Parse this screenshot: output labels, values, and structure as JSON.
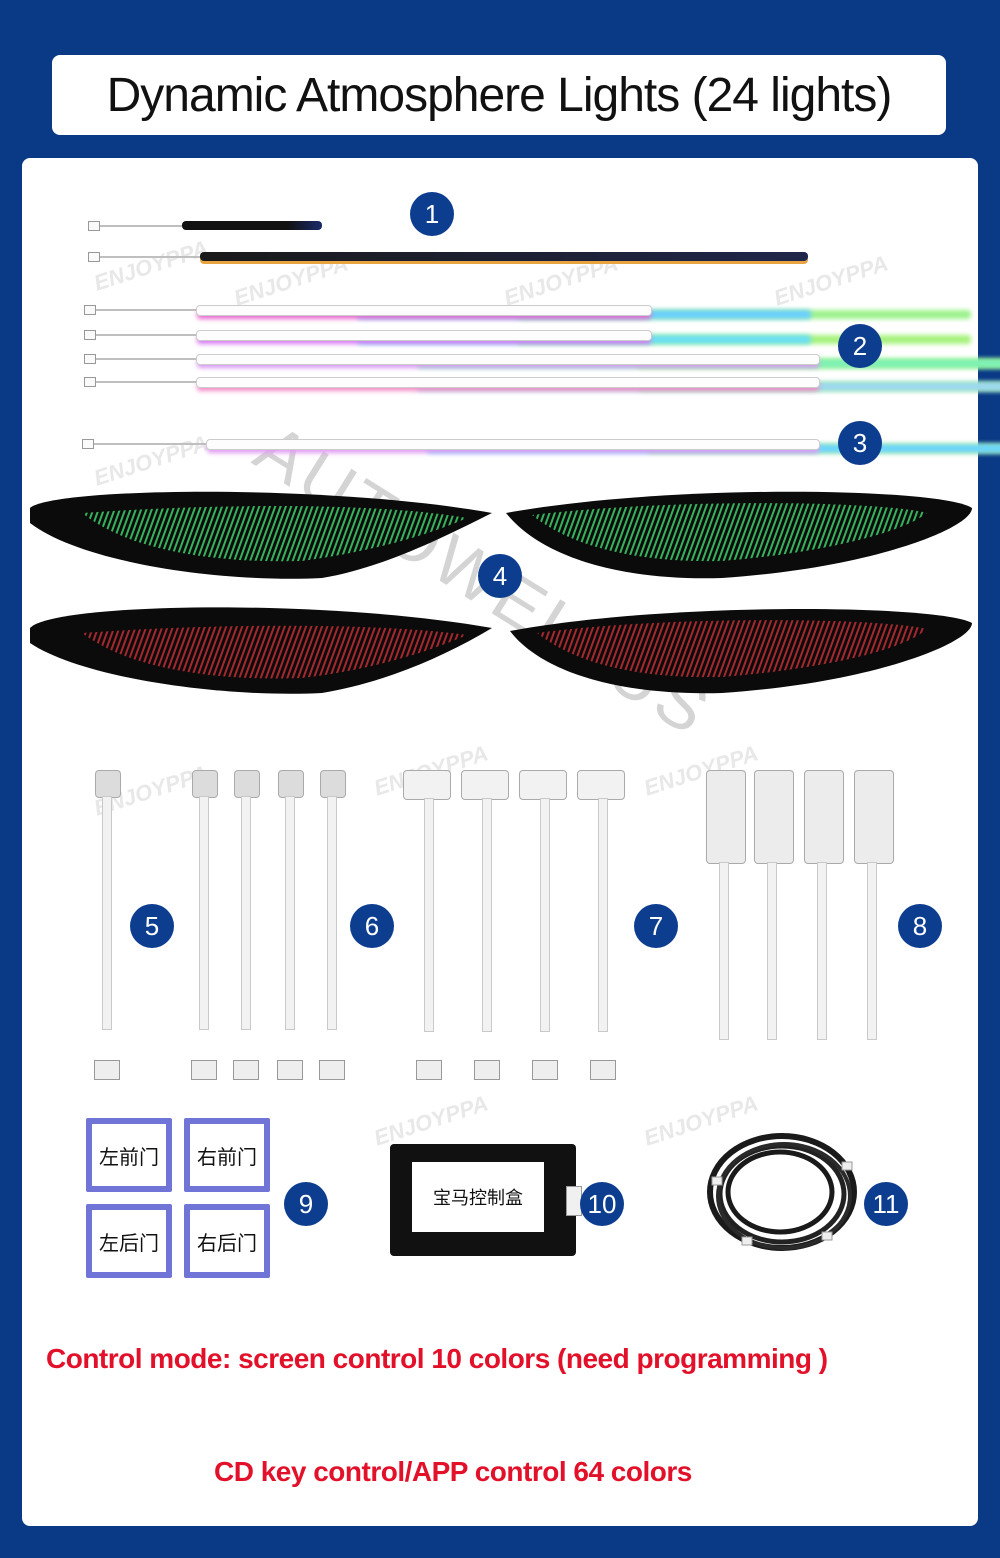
{
  "title": "Dynamic Atmosphere Lights (24 lights)",
  "watermark_brand": "ENJOYPPA",
  "watermark_main": "AUTOWELLUS",
  "markers": [
    "1",
    "2",
    "3",
    "4",
    "5",
    "6",
    "7",
    "8",
    "9",
    "10",
    "11"
  ],
  "door_labels": {
    "front_left": "左前门",
    "front_right": "右前门",
    "rear_left": "左后门",
    "rear_right": "右后门"
  },
  "control_box_label": "宝马控制盒",
  "control_mode_text": "Control mode: screen control 10 colors (need programming )",
  "cd_key_text": "CD key control/APP control 64 colors",
  "colors": {
    "background": "#0a3a86",
    "marker": "#0d3d8f",
    "red_text": "#e3102a"
  }
}
